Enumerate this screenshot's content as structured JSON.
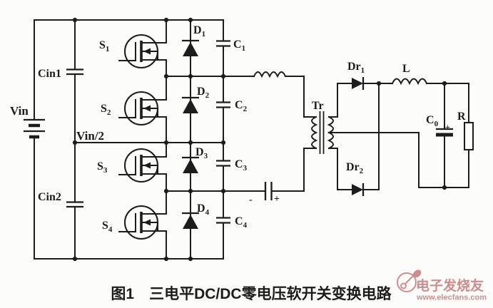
{
  "diagram": {
    "caption": "图1　三电平DC/DC零电压软开关变换电路",
    "watermark": {
      "brand": "电子发烧友",
      "site": "www.elecfans.com"
    }
  },
  "labels": {
    "vin": "Vin",
    "vin_half": "Vin/2",
    "cin1": "Cin1",
    "cin2": "Cin2",
    "s1": {
      "base": "S",
      "sub": "1"
    },
    "s2": {
      "base": "S",
      "sub": "2"
    },
    "s3": {
      "base": "S",
      "sub": "3"
    },
    "s4": {
      "base": "S",
      "sub": "4"
    },
    "d1": {
      "base": "D",
      "sub": "1"
    },
    "d2": {
      "base": "D",
      "sub": "2"
    },
    "d3": {
      "base": "D",
      "sub": "3"
    },
    "d4": {
      "base": "D",
      "sub": "4"
    },
    "c1": {
      "base": "C",
      "sub": "1"
    },
    "c2": {
      "base": "C",
      "sub": "2"
    },
    "c3": {
      "base": "C",
      "sub": "3"
    },
    "c4": {
      "base": "C",
      "sub": "4"
    },
    "tr": "Tr",
    "dr1": {
      "base": "Dr",
      "sub": "1"
    },
    "dr2": {
      "base": "Dr",
      "sub": "2"
    },
    "l": "L",
    "co": {
      "base": "C",
      "sub": "0"
    },
    "r": "R",
    "blocking_cap_minus": "-",
    "blocking_cap_plus": "+",
    "co_plus": "+"
  },
  "colors": {
    "line": "#1c1c1c",
    "background": "#fcfcfa",
    "watermark": "#cf8d8d"
  }
}
